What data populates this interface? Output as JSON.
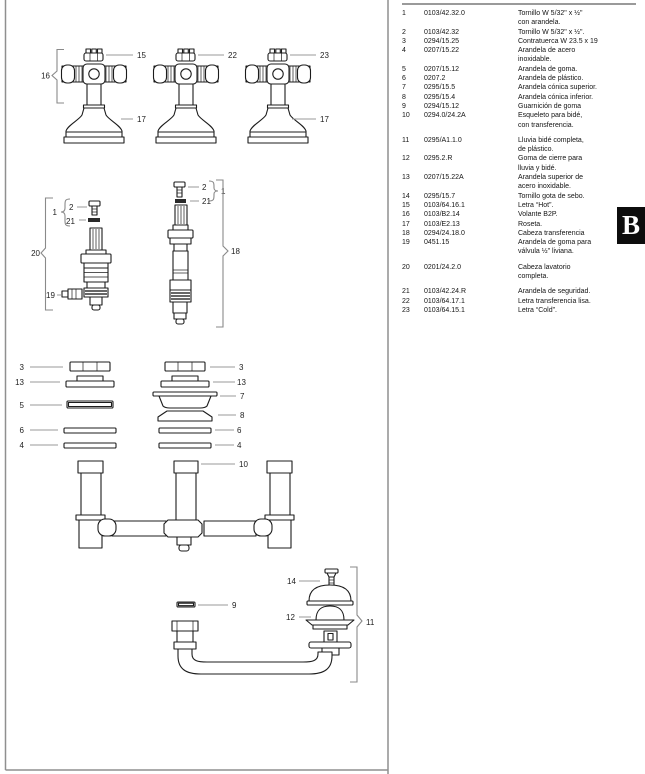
{
  "section_tab": {
    "label": "B"
  },
  "parts_list": {
    "rows": [
      {
        "num": "1",
        "code": "0103/42.32.0",
        "desc": "Tornillo W 5/32\" x ½\"\ncon arandela."
      },
      {
        "num": "2",
        "code": "0103/42.32",
        "desc": "Tornillo W 5/32\" x ½\"."
      },
      {
        "num": "3",
        "code": "0294/15.25",
        "desc": "Contratuerca W 23.5 x 19"
      },
      {
        "num": "4",
        "code": "0207/15.22",
        "desc": "Arandela de acero\ninoxidable."
      },
      {
        "num": "5",
        "code": "0207/15.12",
        "desc": "Arandela de goma."
      },
      {
        "num": "6",
        "code": "0207.2",
        "desc": "Arandela de plástico."
      },
      {
        "num": "7",
        "code": "0295/15.5",
        "desc": "Arandela cónica superior."
      },
      {
        "num": "8",
        "code": "0295/15.4",
        "desc": "Arandela cónica inferior."
      },
      {
        "num": "9",
        "code": "0294/15.12",
        "desc": "Guarnición de goma"
      },
      {
        "num": "10",
        "code": "0294.0/24.2A",
        "desc": "Esqueleto para bidé,\ncon transferencia."
      },
      {
        "num": "11",
        "code": "0295/A1.1.0",
        "desc": "Lluvia bidé completa,\nde plástico.",
        "gap": true
      },
      {
        "num": "12",
        "code": "0295.2.R",
        "desc": "Goma de cierre para\nlluvia y bidé."
      },
      {
        "num": "13",
        "code": "0207/15.22A",
        "desc": "Arandela superior de\nacero inoxidable."
      },
      {
        "num": "14",
        "code": "0295/15.7",
        "desc": "Tornillo gota de sebo."
      },
      {
        "num": "15",
        "code": "0103/64.16.1",
        "desc": "Letra “Hot”."
      },
      {
        "num": "16",
        "code": "0103/B2.14",
        "desc": "Volante B2P."
      },
      {
        "num": "17",
        "code": "0103/E2.13",
        "desc": "Roseta."
      },
      {
        "num": "18",
        "code": "0294/24.18.0",
        "desc": "Cabeza transferencia"
      },
      {
        "num": "19",
        "code": "0451.15",
        "desc": "Arandela de goma para\nválvula ½\" liviana."
      },
      {
        "num": "20",
        "code": "0201/24.2.0",
        "desc": "Cabeza lavatorio\ncompleta.",
        "gap": true
      },
      {
        "num": "21",
        "code": "0103/42.24.R",
        "desc": "Arandela de seguridad.",
        "gap": true
      },
      {
        "num": "22",
        "code": "0103/64.17.1",
        "desc": "Letra transferencia lisa."
      },
      {
        "num": "23",
        "code": "0103/64.15.1",
        "desc": "Letra “Cold”."
      }
    ]
  },
  "diagram": {
    "callouts": {
      "c15": "15",
      "c22": "22",
      "c23": "23",
      "c16": "16",
      "c17a": "17",
      "c17b": "17",
      "c1L": "1",
      "c2L": "2",
      "c21L": "21",
      "c19": "19",
      "c20": "20",
      "c2R": "2",
      "c1R": "1",
      "c21R": "21",
      "c18": "18",
      "c3L": "3",
      "c13L": "13",
      "c5L": "5",
      "c6L": "6",
      "c4L": "4",
      "c3R": "3",
      "c13R": "13",
      "c7R": "7",
      "c8R": "8",
      "c6R": "6",
      "c4R": "4",
      "c10": "10",
      "c14": "14",
      "c9": "9",
      "c12": "12",
      "c11": "11"
    }
  }
}
